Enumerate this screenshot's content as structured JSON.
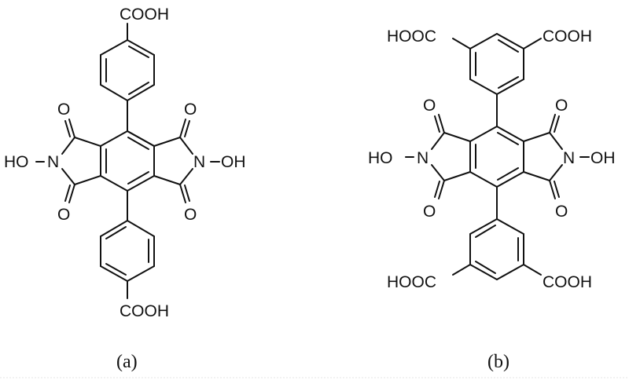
{
  "figure": {
    "panels": [
      {
        "id": "a",
        "caption": "(a)",
        "labels": {
          "top_acid": "COOH",
          "bottom_acid": "COOH",
          "left_hydroxyl": "HO",
          "left_nitrogen": "N",
          "right_nitrogen": "N",
          "right_hydroxyl": "OH",
          "carbonyl_o": "O"
        },
        "description": "Pyromellitic N,N'-dihydroxy diimide core with two 4-carboxyphenyl substituents"
      },
      {
        "id": "b",
        "caption": "(b)",
        "labels": {
          "top_left_acid": "HOOC",
          "top_right_acid": "COOH",
          "bottom_left_acid": "HOOC",
          "bottom_right_acid": "COOH",
          "left_hydroxyl": "HO",
          "left_nitrogen": "N",
          "right_nitrogen": "N",
          "right_hydroxyl": "OH",
          "carbonyl_o": "O"
        },
        "description": "Pyromellitic N,N'-dihydroxy diimide core with two 3,5-dicarboxyphenyl substituents"
      }
    ],
    "colors": {
      "ink": "#111111",
      "background": "#ffffff"
    }
  }
}
